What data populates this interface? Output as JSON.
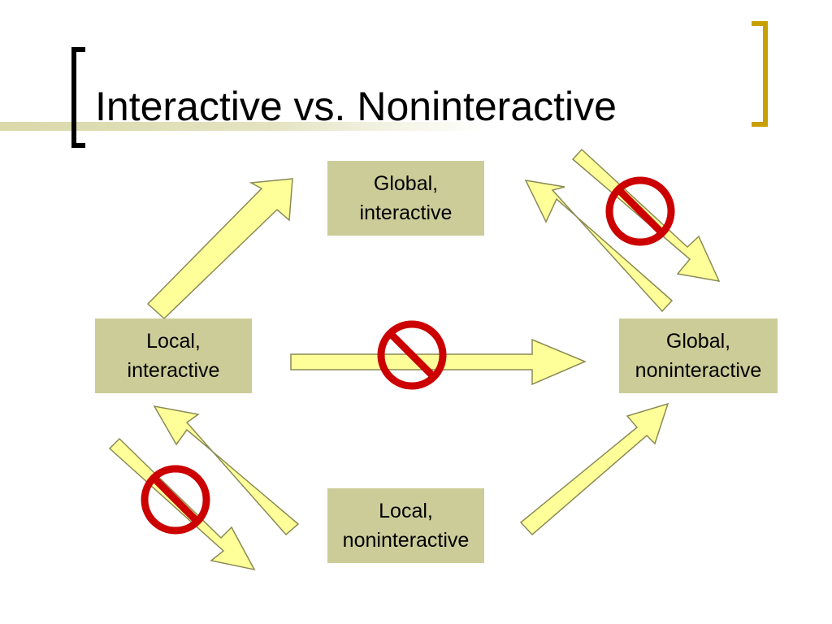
{
  "slide": {
    "title": "Interactive vs. Noninteractive"
  },
  "colors": {
    "node_fill": "#cccc99",
    "arrow_fill": "#ffff99",
    "arrow_stroke": "#8a8a55",
    "prohibit_red": "#cc0000",
    "bracket_gold": "#c8a000",
    "title_rule": "#d9d9aa"
  },
  "diagram": {
    "nodes": {
      "global_interactive": {
        "line1": "Global,",
        "line2": "interactive"
      },
      "local_interactive": {
        "line1": "Local,",
        "line2": "interactive"
      },
      "global_noninteractive": {
        "line1": "Global,",
        "line2": "noninteractive"
      },
      "local_noninteractive": {
        "line1": "Local,",
        "line2": "noninteractive"
      }
    },
    "arrows": [
      {
        "from": "Local, interactive",
        "to": "Global, interactive",
        "allowed": true
      },
      {
        "from": "Global, noninteractive",
        "to": "Global, interactive",
        "allowed": true
      },
      {
        "from": "Global, interactive",
        "to": "Global, noninteractive",
        "allowed": false
      },
      {
        "from": "Local, interactive",
        "to": "Global, noninteractive",
        "allowed": false
      },
      {
        "from": "Local, noninteractive",
        "to": "Local, interactive",
        "allowed": true
      },
      {
        "from": "Local, interactive",
        "to": "Local, noninteractive",
        "allowed": false
      },
      {
        "from": "Local, noninteractive",
        "to": "Global, noninteractive",
        "allowed": true
      }
    ],
    "icons": {
      "prohibited": "no-entry-icon"
    }
  }
}
